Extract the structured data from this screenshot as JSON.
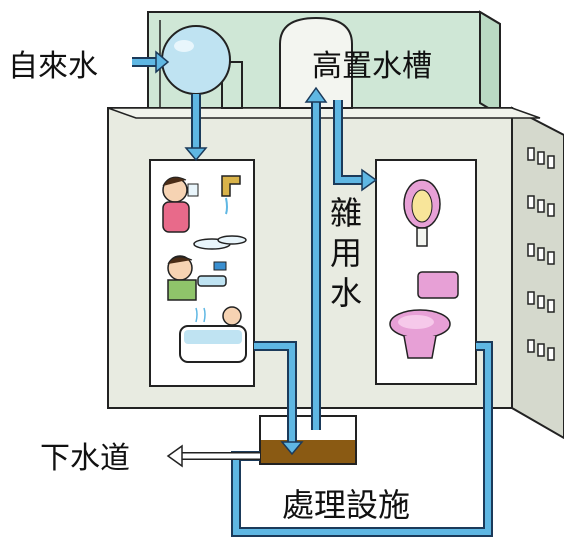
{
  "labels": {
    "tap_water": "自來水",
    "high_tank": "高置水槽",
    "grey_water": [
      "雜",
      "用",
      "水"
    ],
    "sewer": "下水道",
    "treatment": "處理設施"
  },
  "colors": {
    "pipe": "#5fb7e3",
    "pipe_outline": "#1b3a5a",
    "roof_green": "#cfe7d6",
    "wall": "#e8ebe1",
    "wall_side": "#d5d9cd",
    "sludge": "#8a5a13",
    "tank_water": "#bfe3f2"
  }
}
